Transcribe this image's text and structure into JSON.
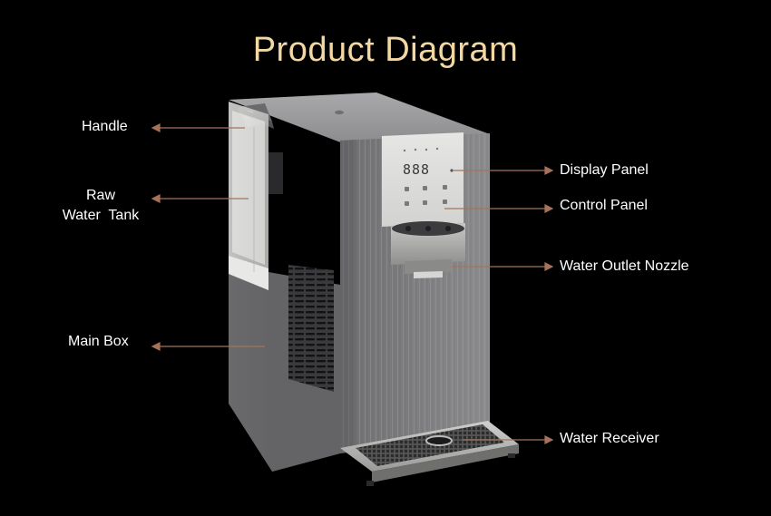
{
  "title": "Product Diagram",
  "colors": {
    "background": "#000000",
    "title": "#f3d8a4",
    "label": "#ffffff",
    "leader_line": "#a5735a"
  },
  "labels": {
    "handle": "Handle",
    "raw_water_tank_line1": "Raw",
    "raw_water_tank_line2": "Water  Tank",
    "main_box": "Main Box",
    "display_panel": "Display Panel",
    "control_panel": "Control Panel",
    "water_outlet_nozzle": "Water Outlet Nozzle",
    "water_receiver": "Water Receiver"
  },
  "display_readout": "888"
}
